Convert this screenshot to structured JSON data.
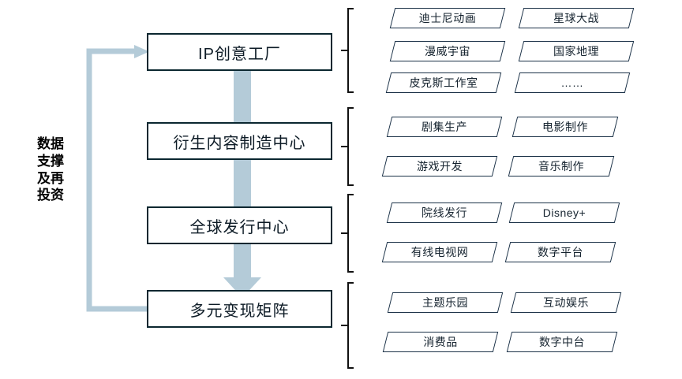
{
  "diagram": {
    "side_label_lines": [
      "数据",
      "支撑",
      "及再",
      "投资"
    ],
    "colors": {
      "arrow": "#b4cbd8",
      "box_border": "#0b2730",
      "tag_border": "#1b3147",
      "brace": "#111111",
      "text": "#15232f",
      "background": "#ffffff"
    },
    "stages": [
      {
        "name": "IP创意工厂",
        "items": [
          "迪士尼动画",
          "星球大战",
          "漫威宇宙",
          "国家地理",
          "皮克斯工作室",
          "……"
        ]
      },
      {
        "name": "衍生内容制造中心",
        "items": [
          "剧集生产",
          "电影制作",
          "游戏开发",
          "音乐制作"
        ]
      },
      {
        "name": "全球发行中心",
        "items": [
          "院线发行",
          "Disney+",
          "有线电视网",
          "数字平台"
        ]
      },
      {
        "name": "多元变现矩阵",
        "items": [
          "主题乐园",
          "互动娱乐",
          "消费品",
          "数字中台"
        ]
      }
    ]
  }
}
